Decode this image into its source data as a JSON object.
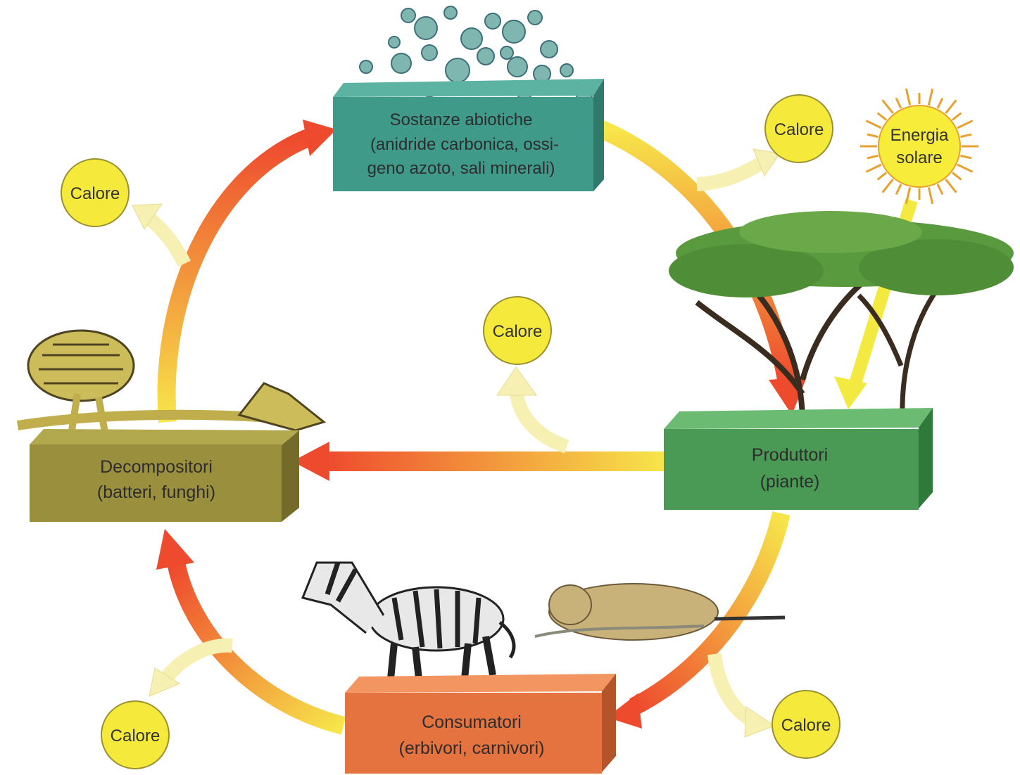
{
  "nodes": {
    "abiotic": {
      "line1": "Sostanze abiotiche",
      "line2": "(anidride carbonica, ossi-",
      "line3": "geno azoto, sali minerali)",
      "color": "#3f9a8a"
    },
    "producers": {
      "line1": "Produttori",
      "line2": "(piante)",
      "color": "#4a9a55"
    },
    "consumers": {
      "line1": "Consumatori",
      "line2": "(erbivori, carnivori)",
      "color": "#e4733f"
    },
    "decomposers": {
      "line1": "Decompositori",
      "line2": "(batteri, funghi)",
      "color": "#9a8f3c"
    }
  },
  "heat": {
    "label": "Calore",
    "color": "#f5ea3c"
  },
  "sun": {
    "line1": "Energia",
    "line2": "solare",
    "color": "#f7ec3a"
  },
  "colors": {
    "arrow_hot": "#ee4a2e",
    "arrow_warm": "#f7e24a",
    "arrow_pale": "#f6f0b3"
  }
}
